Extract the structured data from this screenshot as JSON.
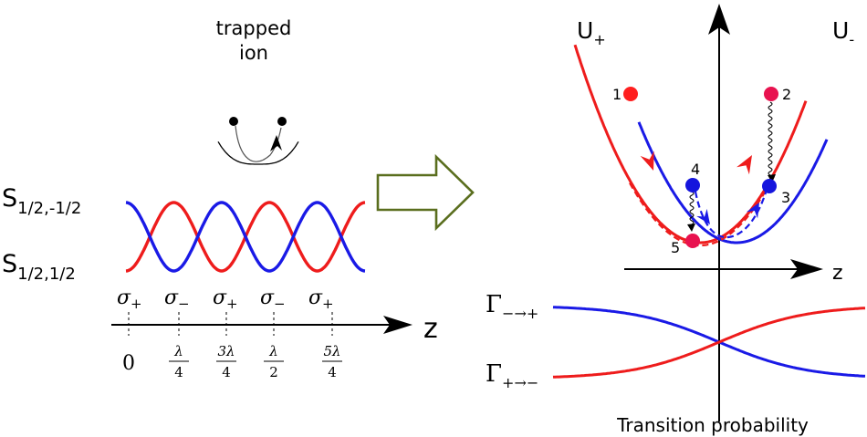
{
  "trapped_ion": {
    "label_line1": "trapped",
    "label_line2": "ion"
  },
  "spin_states": {
    "upper": {
      "base": "S",
      "sub": "1/2,-1/2"
    },
    "lower": {
      "base": "S",
      "sub": "1/2,1/2"
    }
  },
  "polarizations": [
    {
      "sym": "σ",
      "sub": "+"
    },
    {
      "sym": "σ",
      "sub": "−"
    },
    {
      "sym": "σ",
      "sub": "+"
    },
    {
      "sym": "σ",
      "sub": "−"
    },
    {
      "sym": "σ",
      "sub": "+"
    }
  ],
  "z_axis_left": {
    "label": "z",
    "ticks": [
      {
        "type": "plain",
        "text": "0"
      },
      {
        "type": "frac",
        "num": "λ",
        "den": "4"
      },
      {
        "type": "frac",
        "num": "3λ",
        "den": "4"
      },
      {
        "type": "frac",
        "num": "λ",
        "den": "2"
      },
      {
        "type": "frac",
        "num": "5λ",
        "den": "4"
      }
    ]
  },
  "potentials": {
    "plus_label": {
      "base": "U",
      "sub": "+"
    },
    "minus_label": {
      "base": "U",
      "sub": "-"
    },
    "z_label": "z"
  },
  "points": [
    {
      "id": "1",
      "label": "1",
      "color": "red"
    },
    {
      "id": "2",
      "label": "2",
      "color": "red"
    },
    {
      "id": "3",
      "label": "3",
      "color": "blue"
    },
    {
      "id": "4",
      "label": "4",
      "color": "blue"
    },
    {
      "id": "5",
      "label": "5",
      "color": "red"
    }
  ],
  "transitions": {
    "minus_to_plus": {
      "base": "Γ",
      "sub": "−→+"
    },
    "plus_to_minus": {
      "base": "Γ",
      "sub": "+→−"
    },
    "caption": "Transition probability"
  },
  "colors": {
    "red": "#ee1c1c",
    "blue": "#1a1ae6",
    "dot_red": "#ff1f1f",
    "dot_blue": "#1515dd",
    "dot_pink": "#e8124f",
    "arrow_green": "#5a6e1e",
    "black": "#000000"
  }
}
